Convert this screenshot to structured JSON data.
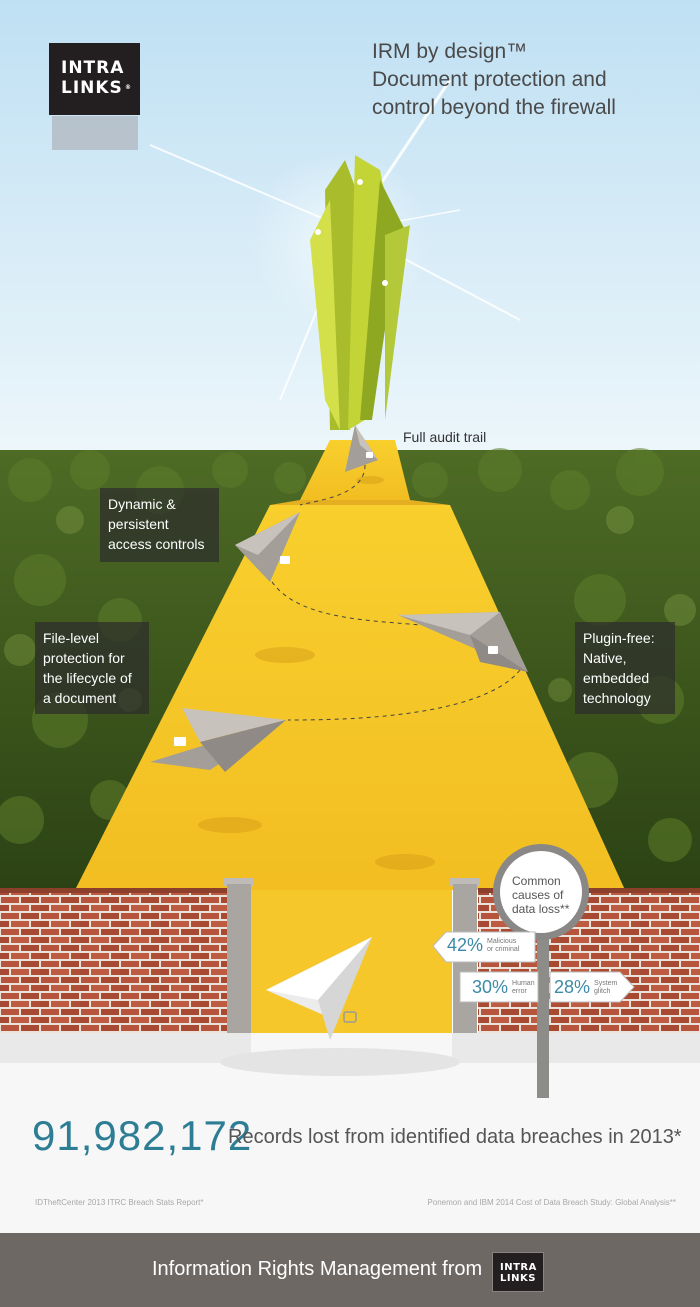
{
  "brand": {
    "logo_line1": "INTRA",
    "logo_line2": "LINKS",
    "logo_mark": "®"
  },
  "headline": {
    "line1": "IRM by design™",
    "line2": "Document protection and",
    "line3": "control beyond the firewall"
  },
  "features": {
    "audit": "Full audit trail",
    "dynamic": {
      "line1": "Dynamic &",
      "line2": "persistent",
      "line3": "access controls"
    },
    "file_level": {
      "line1": "File-level",
      "line2": "protection for",
      "line3": "the lifecycle of",
      "line4": "a document"
    },
    "plugin": {
      "line1": "Plugin-free:",
      "line2": "Native,",
      "line3": "embedded",
      "line4": "technology"
    }
  },
  "signpost": {
    "title_line1": "Common",
    "title_line2": "causes of",
    "title_line3": "data loss**",
    "malicious": {
      "pct": "42%",
      "line1": "Malicious",
      "line2": "or criminal"
    },
    "human": {
      "pct": "30%",
      "line1": "Human",
      "line2": "error"
    },
    "system": {
      "pct": "28%",
      "line1": "System",
      "line2": "glitch"
    }
  },
  "stat": {
    "number": "91,982,172",
    "caption": "Records lost from identified data breaches in 2013*"
  },
  "sources": {
    "left": "IDTheftCenter 2013 ITRC Breach Stats Report*",
    "right": "Ponemon and IBM 2014 Cost of Data Breach Study: Global Analysis**"
  },
  "footer": {
    "text": "Information Rights Management from"
  },
  "colors": {
    "sky": "#c8e6f5",
    "path": "#f5c72b",
    "hedge": "#3f5a1e",
    "brick": "#b5533a",
    "accent": "#2d7e95",
    "footer": "#6e6864"
  }
}
